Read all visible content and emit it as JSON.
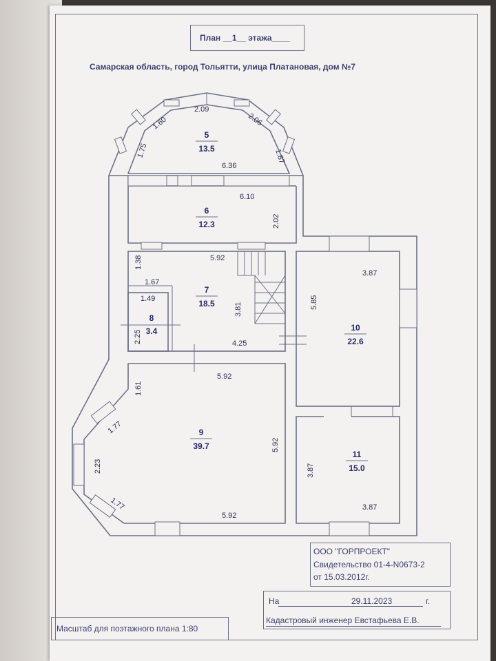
{
  "header": {
    "plan_title": "План __1__ этажа____",
    "address": "Самарская область, город Тольятти, улица Платановая, дом №7"
  },
  "rooms": [
    {
      "number": "5",
      "area": "13.5"
    },
    {
      "number": "6",
      "area": "12.3"
    },
    {
      "number": "7",
      "area": "18.5"
    },
    {
      "number": "8",
      "area": "3.4"
    },
    {
      "number": "9",
      "area": "39.7"
    },
    {
      "number": "10",
      "area": "22.6"
    },
    {
      "number": "11",
      "area": "15.0"
    }
  ],
  "dimensions": {
    "r5_top": "2.09",
    "r5_left_upper": "1.60",
    "r5_right_upper": "2.06",
    "r5_left_lower": "1.75",
    "r5_right_lower": "1.87",
    "r5_bottom": "6.36",
    "r6_top": "6.10",
    "r6_right": "2.02",
    "r7_top": "5.92",
    "r7_left": "1.38",
    "r7_mid": "1.67",
    "r7_stair": "3.81",
    "r7_bottom": "4.25",
    "r8_top": "1.49",
    "r8_left": "2.25",
    "r9_top": "5.92",
    "r9_left_upper": "1.61",
    "r9_bay_upper": "1.77",
    "r9_bay_mid": "2.23",
    "r9_bay_lower": "1.77",
    "r9_right": "5.92",
    "r9_bottom": "5.92",
    "r10_top": "3.87",
    "r10_left": "5.85",
    "r11_left": "3.87",
    "r11_bottom": "3.87"
  },
  "company": {
    "name": "ООО \"ГОРПРОЕКТ\"",
    "certificate": "Свидетельство 01-4-N0673-2",
    "cert_date": "от 15.03.2012г."
  },
  "signature": {
    "date_prefix": "На",
    "date_value": "29.11.2023",
    "date_suffix": "г.",
    "engineer": "Кадастровый инженер Евстафьева Е.В."
  },
  "scale_note": "Масштаб для поэтажного плана 1:80"
}
